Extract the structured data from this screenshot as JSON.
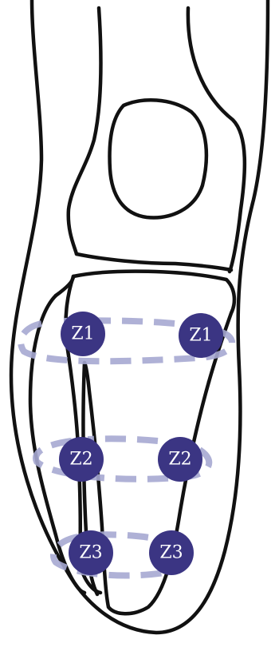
{
  "colors": {
    "marker_fill": "#3b3583",
    "band": "#a6a8d2",
    "outline": "#111111"
  },
  "zones": [
    {
      "id": "z1-left",
      "label": "Z1"
    },
    {
      "id": "z1-right",
      "label": "Z1"
    },
    {
      "id": "z2-left",
      "label": "Z2"
    },
    {
      "id": "z2-right",
      "label": "Z2"
    },
    {
      "id": "z3-left",
      "label": "Z3"
    },
    {
      "id": "z3-right",
      "label": "Z3"
    }
  ]
}
